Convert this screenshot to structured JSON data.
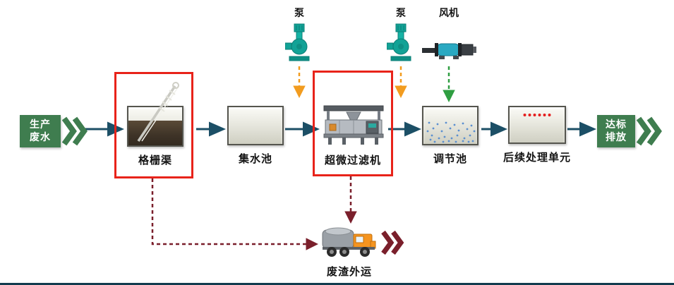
{
  "diagram_type": "wastewater-treatment-process-flow",
  "source": {
    "line1": "生产",
    "line2": "废水"
  },
  "outlet": {
    "line1": "达标",
    "line2": "排放"
  },
  "flow_nodes": [
    {
      "id": "grid-channel",
      "label": "格栅渠",
      "highlighted": true
    },
    {
      "id": "collection-tank",
      "label": "集水池",
      "highlighted": false
    },
    {
      "id": "ultra-micro-filter",
      "label": "超微过滤机",
      "highlighted": true
    },
    {
      "id": "regulation-tank",
      "label": "调节池",
      "highlighted": false
    },
    {
      "id": "post-treatment-unit",
      "label": "后续处理单元",
      "highlighted": false
    }
  ],
  "equipment": [
    {
      "id": "pump-1",
      "label": "泵"
    },
    {
      "id": "pump-2",
      "label": "泵"
    },
    {
      "id": "blower",
      "label": "风机"
    }
  ],
  "waste": {
    "label": "废渣外运"
  },
  "colors": {
    "flag_green": "#3f7d4f",
    "flow_arrow": "#1c4f66",
    "pump_feed_dashed": "#f29c1f",
    "air_feed_dashed": "#2f9e41",
    "waste_dashed": "#7a1f2b",
    "highlight_red": "#e8231a",
    "pump_teal": "#12a296"
  }
}
